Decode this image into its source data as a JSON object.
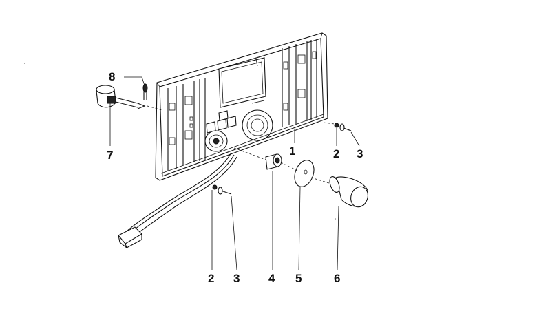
{
  "callouts": [
    {
      "id": "1",
      "label": "1"
    },
    {
      "id": "2a",
      "label": "2"
    },
    {
      "id": "3a",
      "label": "3"
    },
    {
      "id": "2b",
      "label": "2"
    },
    {
      "id": "3b",
      "label": "3"
    },
    {
      "id": "4",
      "label": "4"
    },
    {
      "id": "5",
      "label": "5"
    },
    {
      "id": "6",
      "label": "6"
    },
    {
      "id": "7",
      "label": "7"
    },
    {
      "id": "8",
      "label": "8"
    }
  ]
}
